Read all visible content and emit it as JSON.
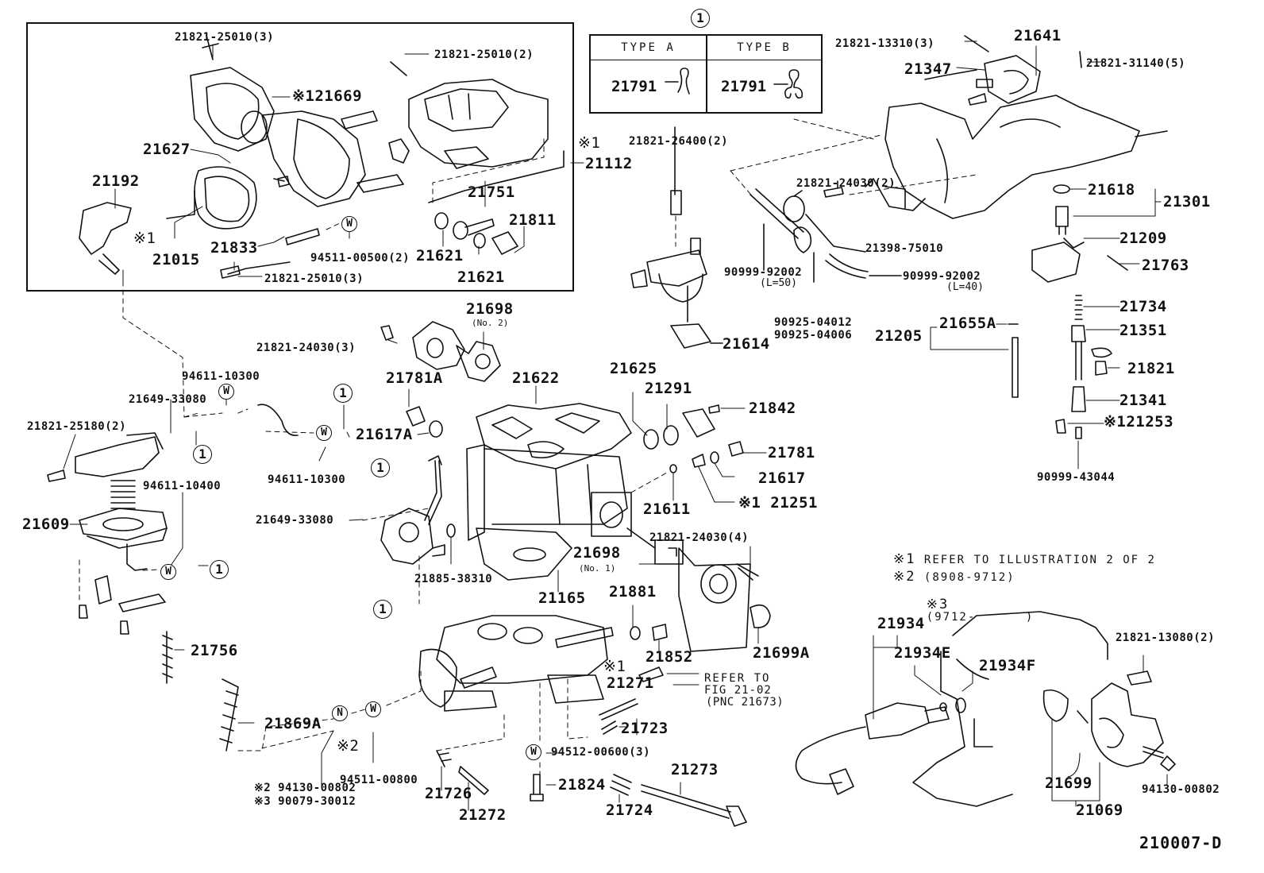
{
  "diagram": {
    "figure_id": "210007-D",
    "type_table": {
      "ref_marker": "1",
      "columns": [
        {
          "header": "TYPE A",
          "part": "21791"
        },
        {
          "header": "TYPE B",
          "part": "21791"
        }
      ]
    },
    "notes": [
      {
        "mark": "※1",
        "text": "REFER TO ILLUSTRATION 2 OF 2"
      },
      {
        "mark": "※2",
        "text": "(8908-9712)"
      },
      {
        "mark": "※3",
        "text": "(9712-      )"
      }
    ],
    "refer_note": {
      "line1": "REFER TO",
      "line2": "FIG 21-02",
      "line3": "(PNC 21673)"
    },
    "labels": {
      "p21821_25010_3a": "21821-25010(3)",
      "p21821_25010_2": "21821-25010(2)",
      "p121669": "※121669",
      "p21627": "21627",
      "p21112_mark": "※1",
      "p21112": "21112",
      "p21192": "21192",
      "p21015_mark": "※1",
      "p21015": "21015",
      "p21833": "21833",
      "p94511_00500": "94511-00500(2)",
      "p21751": "21751",
      "p21811": "21811",
      "p21621a": "21621",
      "p21621b": "21621",
      "p21821_25010_3b": "21821-25010(3)",
      "p21821_26400": "21821-26400(2)",
      "p21821_13310": "21821-13310(3)",
      "p21641": "21641",
      "p21347": "21347",
      "p21821_31140": "21821-31140(5)",
      "p21821_24030_2": "21821-24030(2)",
      "p21398_75010": "21398-75010",
      "p90999_92002_a": "90999-92002",
      "p90999_92002_a_len": "(L=50)",
      "p90999_92002_b": "90999-92002",
      "p90999_92002_b_len": "(L=40)",
      "p90925_04012": "90925-04012",
      "p90925_04006": "90925-04006",
      "p21614": "21614",
      "p21618": "21618",
      "p21301": "21301",
      "p21209": "21209",
      "p21763": "21763",
      "p21734": "21734",
      "p21205": "21205",
      "p21655A": "21655A",
      "p21351": "21351",
      "p21821": "21821",
      "p21341": "21341",
      "p121253": "※121253",
      "p90999_43044": "90999-43044",
      "p21821_24030_3": "21821-24030(3)",
      "p21698_no2": "21698",
      "p21698_no2_sub": "(No. 2)",
      "p21781A": "21781A",
      "p21617A": "21617A",
      "p21622": "21622",
      "p21625": "21625",
      "p21291": "21291",
      "p21842": "21842",
      "p21781": "21781",
      "p21617": "21617",
      "p21611": "21611",
      "p21251": "※1 21251",
      "p94611_10300_a": "94611-10300",
      "p21649_33080_a": "21649-33080",
      "p21821_25180": "21821-25180(2)",
      "p94611_10300_b": "94611-10300",
      "p94611_10400": "94611-10400",
      "p21609": "21609",
      "p21649_33080_b": "21649-33080",
      "p21885_38310": "21885-38310",
      "p21698_no1": "21698",
      "p21698_no1_sub": "(No. 1)",
      "p21165": "21165",
      "p21821_24030_4": "21821-24030(4)",
      "p21881": "21881",
      "p21852": "21852",
      "p21699A": "21699A",
      "p21756": "21756",
      "p21271_mark": "※1",
      "p21271": "21271",
      "p21723": "21723",
      "p21869A": "21869A",
      "p94511_00800": "94511-00800",
      "p_n_mark": "※2",
      "p94130_00802_a": "※2 94130-00802",
      "p90079_30012": "※3 90079-30012",
      "p94512_00600": "94512-00600(3)",
      "p21726": "21726",
      "p21272": "21272",
      "p21824": "21824",
      "p21273": "21273",
      "p21724": "21724",
      "p21934": "21934",
      "p21934E": "21934E",
      "p21934F": "21934F",
      "p21821_13080": "21821-13080(2)",
      "p21699": "21699",
      "p21069": "21069",
      "p94130_00802_b": "94130-00802"
    },
    "markers": {
      "ref_one": "1",
      "washer": "W",
      "nut": "N"
    }
  }
}
